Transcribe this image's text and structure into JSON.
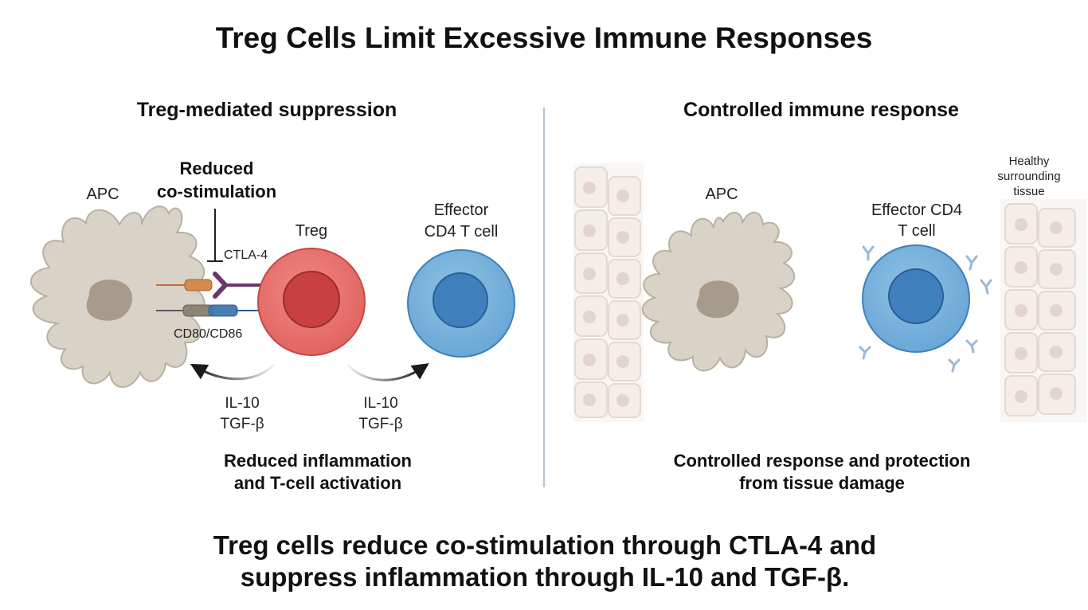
{
  "title": "Treg Cells Limit Excessive Immune Responses",
  "left_panel": {
    "heading": "Treg-mediated suppression",
    "apc_label": "APC",
    "reduced_label_line1": "Reduced",
    "reduced_label_line2": "co-stimulation",
    "ctla4_label": "CTLA-4",
    "cd80_label": "CD80/CD86",
    "treg_label": "Treg",
    "effector_label_line1": "Effector",
    "effector_label_line2": "CD4 T cell",
    "left_cytokine_line1": "IL-10",
    "left_cytokine_line2": "TGF-β",
    "right_cytokine_line1": "IL-10",
    "right_cytokine_line2": "TGF-β",
    "caption_line1": "Reduced inflammation",
    "caption_line2": "and T-cell activation"
  },
  "right_panel": {
    "heading": "Controlled immune response",
    "apc_label": "APC",
    "effector_label_line1": "Effector CD4",
    "effector_label_line2": "T cell",
    "tissue_label_line1": "Healthy",
    "tissue_label_line2": "surrounding",
    "tissue_label_line3": "tissue",
    "caption_line1": "Controlled response and protection",
    "caption_line2": "from tissue damage"
  },
  "summary_line1": "Treg cells reduce co-stimulation through CTLA-4 and",
  "summary_line2": "suppress inflammation through IL-10 and TGF-β.",
  "colors": {
    "apc_fill": "#d9d3c7",
    "apc_stroke": "#b9b0a2",
    "apc_nucleus": "#a79b8b",
    "treg_outer": "#e8706d",
    "treg_inner": "#c8403f",
    "effector_outer": "#77b2dc",
    "effector_inner": "#3f7fbd",
    "ctla4": "#6d3570",
    "receptor_orange": "#d58a4d",
    "receptor_blue": "#3f78b0",
    "tissue_fill": "#f1e7e2",
    "tissue_stroke": "#dccbc3",
    "divider": "#b8c3cf"
  }
}
